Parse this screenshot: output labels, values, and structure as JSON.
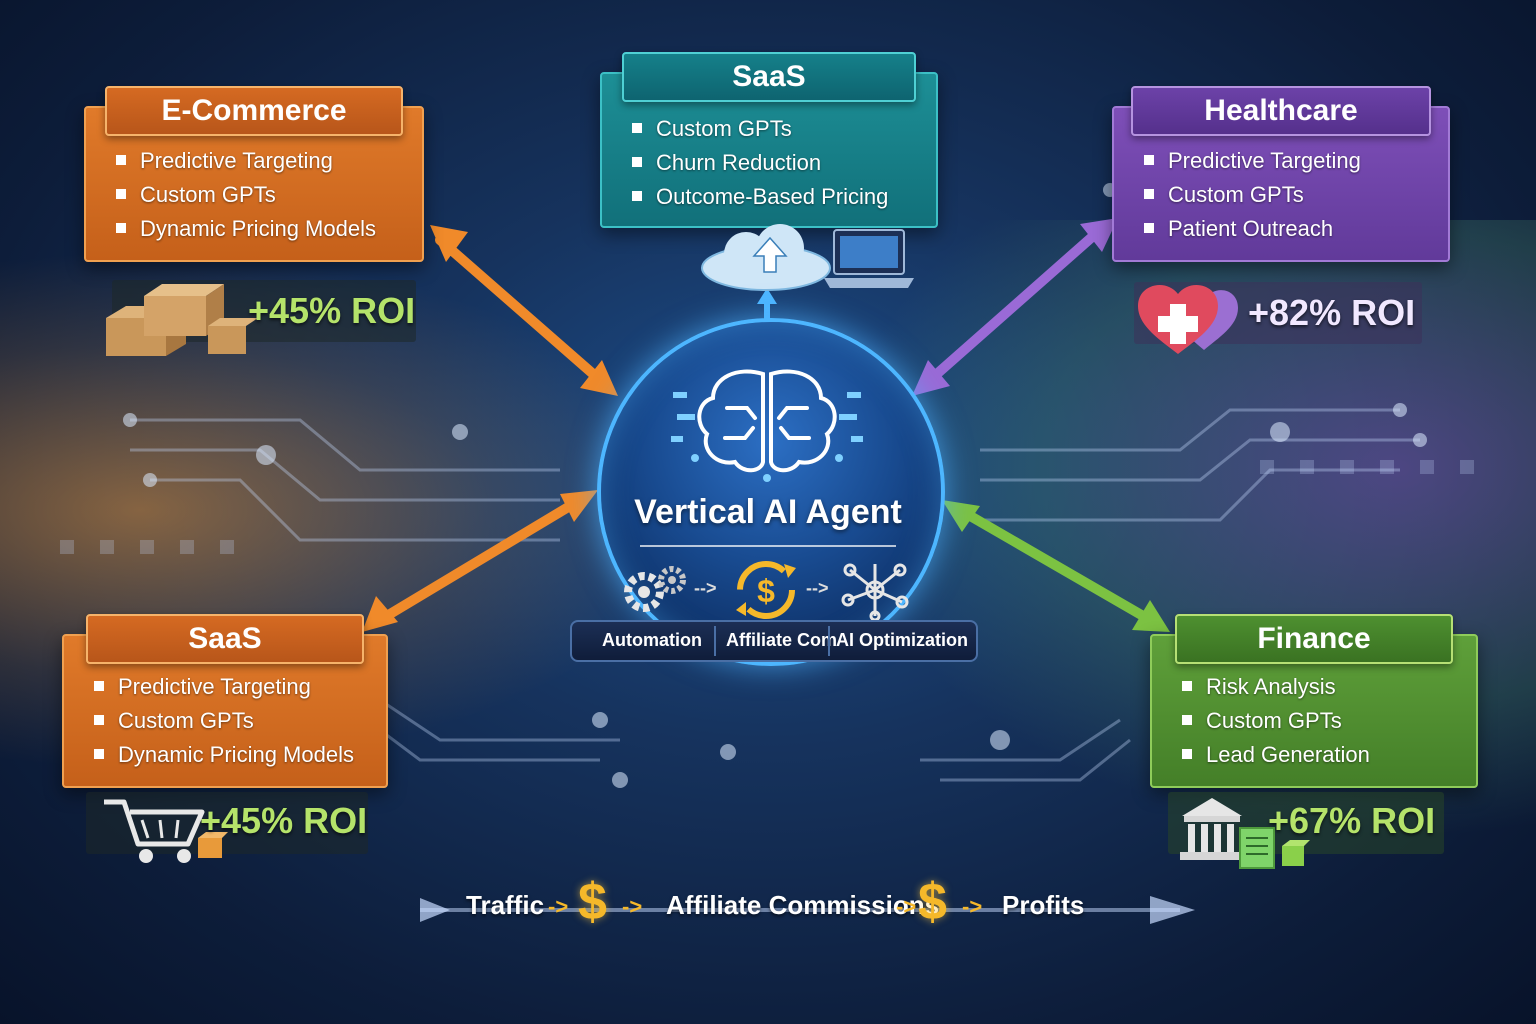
{
  "hub": {
    "title": "Vertical AI Agent",
    "bar_items": [
      "Automation",
      "Affiliate Com",
      "AI Optimization"
    ]
  },
  "panels": {
    "ecommerce": {
      "title": "E-Commerce",
      "items": [
        "Predictive Targeting",
        "Custom GPTs",
        "Dynamic Pricing Models"
      ],
      "roi": "+45% ROI"
    },
    "saas_top": {
      "title": "SaaS",
      "items": [
        "Custom GPTs",
        "Churn Reduction",
        "Outcome-Based Pricing"
      ]
    },
    "healthcare": {
      "title": "Healthcare",
      "items": [
        "Predictive Targeting",
        "Custom GPTs",
        "Patient Outreach"
      ],
      "roi": "+82% ROI"
    },
    "saas_bottom": {
      "title": "SaaS",
      "items": [
        "Predictive Targeting",
        "Custom GPTs",
        "Dynamic Pricing Models"
      ],
      "roi": "+45% ROI"
    },
    "finance": {
      "title": "Finance",
      "items": [
        "Risk Analysis",
        "Custom GPTs",
        "Lead Generation"
      ],
      "roi": "+67% ROI"
    }
  },
  "flow": {
    "steps": [
      "Traffic",
      "Affiliate Commissions",
      "Profits"
    ],
    "symbol": "$"
  },
  "colors": {
    "orange": "#e07a2a",
    "teal": "#1d8f96",
    "purple": "#7e4fb8",
    "green": "#5fa03a",
    "hub": "#4db6ff",
    "gold": "#f5b82a"
  },
  "icons": [
    "boxes-icon",
    "cloud-upload-icon",
    "laptop-icon",
    "heart-plus-icon",
    "cart-icon",
    "bank-icon",
    "brain-icon",
    "gears-icon",
    "dollar-cycle-icon",
    "network-icon"
  ]
}
